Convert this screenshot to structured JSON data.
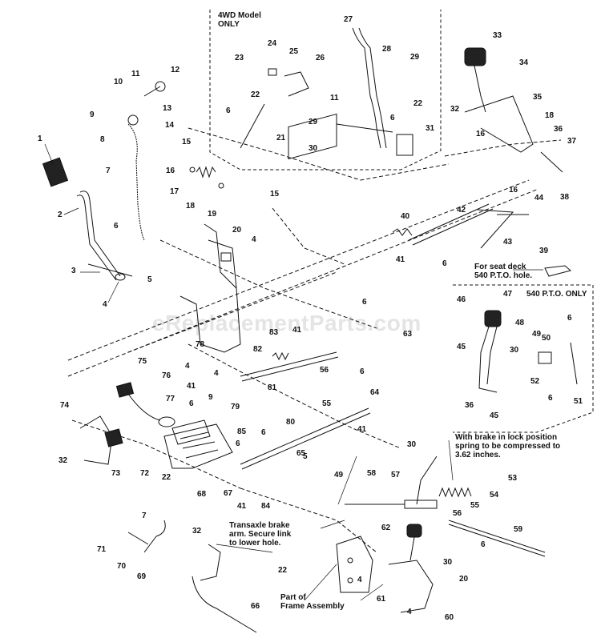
{
  "notes": {
    "fwd_model": "4WD Model\nONLY",
    "seat_deck": "For seat deck\n540 P.T.O. hole.",
    "pto_only": "540 P.T.O. ONLY",
    "brake_lock": "With brake in lock position\nspring to be compressed to\n3.62 inches.",
    "transaxle": "Transaxle brake\narm. Secure link\nto lower hole.",
    "frame": "Part of\nFrame Assembly"
  },
  "watermark": "eReplacementParts.com",
  "callouts": [
    {
      "id": "c1",
      "text": "1"
    },
    {
      "id": "c2",
      "text": "2"
    },
    {
      "id": "c3",
      "text": "3"
    },
    {
      "id": "c4a",
      "text": "4"
    },
    {
      "id": "c5a",
      "text": "5"
    },
    {
      "id": "c6a",
      "text": "6"
    },
    {
      "id": "c7a",
      "text": "7"
    },
    {
      "id": "c8",
      "text": "8"
    },
    {
      "id": "c9a",
      "text": "9"
    },
    {
      "id": "c10",
      "text": "10"
    },
    {
      "id": "c11a",
      "text": "11"
    },
    {
      "id": "c12",
      "text": "12"
    },
    {
      "id": "c13",
      "text": "13"
    },
    {
      "id": "c14",
      "text": "14"
    },
    {
      "id": "c15a",
      "text": "15"
    },
    {
      "id": "c16a",
      "text": "16"
    },
    {
      "id": "c17",
      "text": "17"
    },
    {
      "id": "c18a",
      "text": "18"
    },
    {
      "id": "c19",
      "text": "19"
    },
    {
      "id": "c15b",
      "text": "15"
    },
    {
      "id": "c20a",
      "text": "20"
    },
    {
      "id": "c4b",
      "text": "4"
    },
    {
      "id": "c4c",
      "text": "4"
    },
    {
      "id": "c27",
      "text": "27"
    },
    {
      "id": "c28",
      "text": "28"
    },
    {
      "id": "c29a",
      "text": "29"
    },
    {
      "id": "c24",
      "text": "24"
    },
    {
      "id": "c25",
      "text": "25"
    },
    {
      "id": "c23",
      "text": "23"
    },
    {
      "id": "c26",
      "text": "26"
    },
    {
      "id": "c22a",
      "text": "22"
    },
    {
      "id": "c11b",
      "text": "11"
    },
    {
      "id": "c6b",
      "text": "6"
    },
    {
      "id": "c21",
      "text": "21"
    },
    {
      "id": "c29b",
      "text": "29"
    },
    {
      "id": "c6c",
      "text": "6"
    },
    {
      "id": "c22b",
      "text": "22"
    },
    {
      "id": "c31",
      "text": "31"
    },
    {
      "id": "c30a",
      "text": "30"
    },
    {
      "id": "c33",
      "text": "33"
    },
    {
      "id": "c34",
      "text": "34"
    },
    {
      "id": "c32a",
      "text": "32"
    },
    {
      "id": "c35",
      "text": "35"
    },
    {
      "id": "c18b",
      "text": "18"
    },
    {
      "id": "c16b",
      "text": "16"
    },
    {
      "id": "c36a",
      "text": "36"
    },
    {
      "id": "c37",
      "text": "37"
    },
    {
      "id": "c38",
      "text": "38"
    },
    {
      "id": "c16c",
      "text": "16"
    },
    {
      "id": "c44",
      "text": "44"
    },
    {
      "id": "c42",
      "text": "42"
    },
    {
      "id": "c40",
      "text": "40"
    },
    {
      "id": "c43",
      "text": "43"
    },
    {
      "id": "c41a",
      "text": "41"
    },
    {
      "id": "c6d",
      "text": "6"
    },
    {
      "id": "c39",
      "text": "39"
    },
    {
      "id": "c46",
      "text": "46"
    },
    {
      "id": "c47",
      "text": "47"
    },
    {
      "id": "c48",
      "text": "48"
    },
    {
      "id": "c50",
      "text": "50"
    },
    {
      "id": "c49",
      "text": "49"
    },
    {
      "id": "c6e",
      "text": "6"
    },
    {
      "id": "c45a",
      "text": "45"
    },
    {
      "id": "c30b",
      "text": "30"
    },
    {
      "id": "c52",
      "text": "52"
    },
    {
      "id": "c6f",
      "text": "6"
    },
    {
      "id": "c51",
      "text": "51"
    },
    {
      "id": "c36b",
      "text": "36"
    },
    {
      "id": "c45b",
      "text": "45"
    },
    {
      "id": "c6g",
      "text": "6"
    },
    {
      "id": "c63",
      "text": "63"
    },
    {
      "id": "c83",
      "text": "83"
    },
    {
      "id": "c41b",
      "text": "41"
    },
    {
      "id": "c78",
      "text": "78"
    },
    {
      "id": "c82",
      "text": "82"
    },
    {
      "id": "c56a",
      "text": "56"
    },
    {
      "id": "c4d",
      "text": "4"
    },
    {
      "id": "c6h",
      "text": "6"
    },
    {
      "id": "c41c",
      "text": "41"
    },
    {
      "id": "c81",
      "text": "81"
    },
    {
      "id": "c64",
      "text": "64"
    },
    {
      "id": "c75",
      "text": "75"
    },
    {
      "id": "c76",
      "text": "76"
    },
    {
      "id": "c77",
      "text": "77"
    },
    {
      "id": "c6i",
      "text": "6"
    },
    {
      "id": "c9b",
      "text": "9"
    },
    {
      "id": "c79",
      "text": "79"
    },
    {
      "id": "c80",
      "text": "80"
    },
    {
      "id": "c55a",
      "text": "55"
    },
    {
      "id": "c6j",
      "text": "6"
    },
    {
      "id": "c41d",
      "text": "41"
    },
    {
      "id": "c74",
      "text": "74"
    },
    {
      "id": "c85",
      "text": "85"
    },
    {
      "id": "c6k",
      "text": "6"
    },
    {
      "id": "c30c",
      "text": "30"
    },
    {
      "id": "c65",
      "text": "65"
    },
    {
      "id": "c32b",
      "text": "32"
    },
    {
      "id": "c73",
      "text": "73"
    },
    {
      "id": "c72",
      "text": "72"
    },
    {
      "id": "c5b",
      "text": "5"
    },
    {
      "id": "c22c",
      "text": "22"
    },
    {
      "id": "c68",
      "text": "68"
    },
    {
      "id": "c67",
      "text": "67"
    },
    {
      "id": "c41e",
      "text": "41"
    },
    {
      "id": "c84",
      "text": "84"
    },
    {
      "id": "c49b",
      "text": "49"
    },
    {
      "id": "c58",
      "text": "58"
    },
    {
      "id": "c57",
      "text": "57"
    },
    {
      "id": "c53",
      "text": "53"
    },
    {
      "id": "c54",
      "text": "54"
    },
    {
      "id": "c55b",
      "text": "55"
    },
    {
      "id": "c56b",
      "text": "56"
    },
    {
      "id": "c7b",
      "text": "7"
    },
    {
      "id": "c32c",
      "text": "32"
    },
    {
      "id": "c62",
      "text": "62"
    },
    {
      "id": "c59",
      "text": "59"
    },
    {
      "id": "c6l",
      "text": "6"
    },
    {
      "id": "c71",
      "text": "71"
    },
    {
      "id": "c70",
      "text": "70"
    },
    {
      "id": "c69",
      "text": "69"
    },
    {
      "id": "c22d",
      "text": "22"
    },
    {
      "id": "c30d",
      "text": "30"
    },
    {
      "id": "c20b",
      "text": "20"
    },
    {
      "id": "c66",
      "text": "66"
    },
    {
      "id": "c4e",
      "text": "4"
    },
    {
      "id": "c61",
      "text": "61"
    },
    {
      "id": "c4f",
      "text": "4"
    },
    {
      "id": "c60",
      "text": "60"
    }
  ]
}
